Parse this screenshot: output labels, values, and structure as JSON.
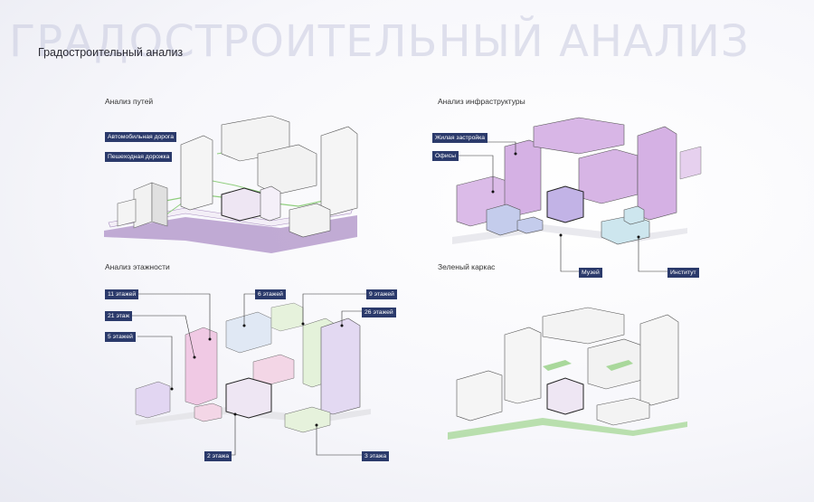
{
  "header": {
    "background_title": "ГРАДОСТРОИТЕЛЬНЫЙ АНАЛИЗ",
    "title": "Градостроительный анализ"
  },
  "panels": {
    "paths": {
      "title": "Анализ путей",
      "tags": [
        "Автомобильная дорога",
        "Пешеходная дорожка"
      ]
    },
    "infrastructure": {
      "title": "Анализ инфраструктуры",
      "tags": [
        "Жилая застройка",
        "Офисы",
        "Музей",
        "Институт"
      ]
    },
    "floors": {
      "title": "Анализ этажности",
      "tags": [
        "11 этажей",
        "21 этаж",
        "5 этажей",
        "6 этажей",
        "9 этажей",
        "26 этажей",
        "2 этажа",
        "3 этажа"
      ]
    },
    "green": {
      "title": "Зеленый каркас"
    }
  },
  "colors": {
    "tag_bg": "#2b3a6b",
    "road": "#a98fc0",
    "pedestrian": "#8fce7d",
    "residential": "#d7b6e6",
    "office": "#c2b3e6",
    "museum": "#c4ccec",
    "institute": "#cde6ee",
    "green": "#a9d89b"
  }
}
